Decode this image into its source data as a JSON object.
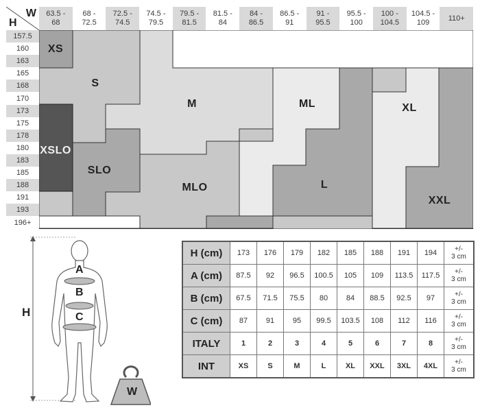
{
  "corner": {
    "w_label": "W",
    "h_label": "H"
  },
  "weight_columns": [
    "63.5 -\n68",
    "68 -\n72.5",
    "72.5 -\n74.5",
    "74.5 -\n79.5",
    "79.5 -\n81.5",
    "81.5 -\n84",
    "84 -\n86.5",
    "86.5 -\n91",
    "91 -\n95.5",
    "95.5 -\n100",
    "100 -\n104.5",
    "104.5 -\n109",
    "110+"
  ],
  "height_rows": [
    "157.5",
    "160",
    "163",
    "165",
    "168",
    "170",
    "173",
    "175",
    "178",
    "180",
    "183",
    "185",
    "188",
    "191",
    "193",
    "196+"
  ],
  "sizes": {
    "xs": "XS",
    "s": "S",
    "m": "M",
    "ml": "ML",
    "xl": "XL",
    "xslo": "XSLO",
    "slo": "SLO",
    "mlo": "MLO",
    "l": "L",
    "xxl": "XXL"
  },
  "figure": {
    "h": "H",
    "a": "A",
    "b": "B",
    "c": "C",
    "w": "W"
  },
  "table": {
    "rows": [
      {
        "label": "H (cm)",
        "values": [
          "173",
          "176",
          "179",
          "182",
          "185",
          "188",
          "191",
          "194"
        ],
        "tol": "+/-\n3 cm"
      },
      {
        "label": "A (cm)",
        "values": [
          "87.5",
          "92",
          "96.5",
          "100.5",
          "105",
          "109",
          "113.5",
          "117.5"
        ],
        "tol": "+/-\n3 cm"
      },
      {
        "label": "B (cm)",
        "values": [
          "67.5",
          "71.5",
          "75.5",
          "80",
          "84",
          "88.5",
          "92.5",
          "97"
        ],
        "tol": "+/-\n3 cm"
      },
      {
        "label": "C (cm)",
        "values": [
          "87",
          "91",
          "95",
          "99.5",
          "103.5",
          "108",
          "112",
          "116"
        ],
        "tol": "+/-\n3 cm"
      },
      {
        "label": "ITALY",
        "values": [
          "1",
          "2",
          "3",
          "4",
          "5",
          "6",
          "7",
          "8"
        ],
        "tol": "+/-\n3 cm"
      },
      {
        "label": "INT",
        "values": [
          "XS",
          "S",
          "M",
          "L",
          "XL",
          "XXL",
          "3XL",
          "4XL"
        ],
        "tol": "+/-\n3 cm"
      }
    ]
  }
}
